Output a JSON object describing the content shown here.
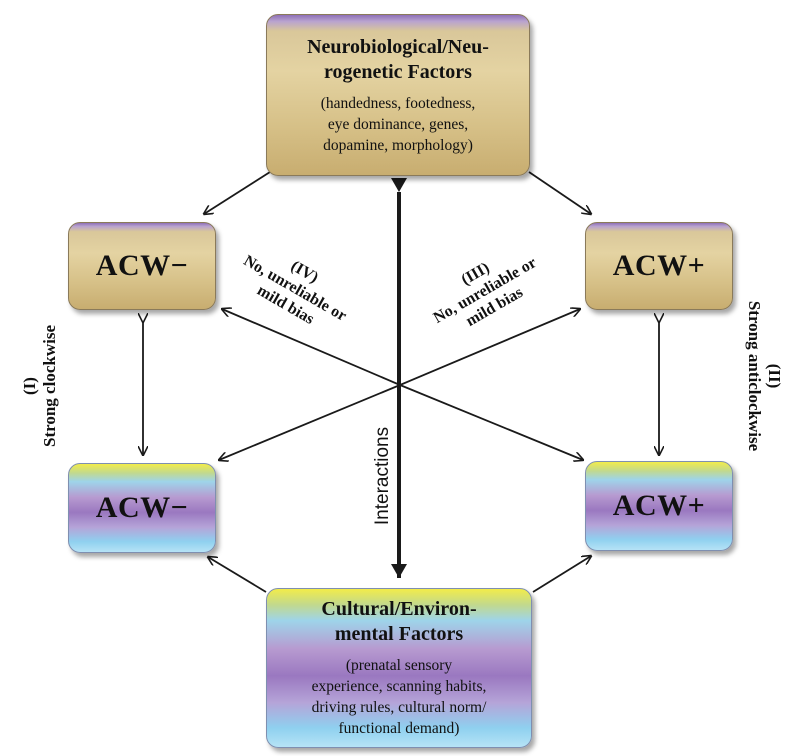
{
  "diagram": {
    "neuro_box": {
      "title": "Neurobiological/Neu-\nrogenetic Factors",
      "subtitle": "(handedness, footedness,\neye dominance, genes,\ndopamine, morphology)"
    },
    "cultural_box": {
      "title": "Cultural/Environ-\nmental Factors",
      "subtitle": "(prenatal sensory\nexperience, scanning habits,\ndriving rules, cultural norm/\nfunctional demand)"
    },
    "acw_minus_top": "ACW−",
    "acw_plus_top": "ACW+",
    "acw_minus_bottom": "ACW−",
    "acw_plus_bottom": "ACW+",
    "label_clockwise": "(I)\nStrong clockwise",
    "label_anticlockwise": "(II)\nStrong anticlockwise",
    "label_bias_iv": "(IV)\nNo, unreliable or\nmild bias",
    "label_bias_iii": "(III)\nNo, unreliable or\nmild bias",
    "label_interactions": "Interactions"
  },
  "colors": {
    "gold_box": "#e4d3a2",
    "purple_band": "#8e70b8",
    "yellow_band": "#f2ec4a",
    "blue_band": "#9ed4ea",
    "arrow": "#1a1a1a"
  }
}
